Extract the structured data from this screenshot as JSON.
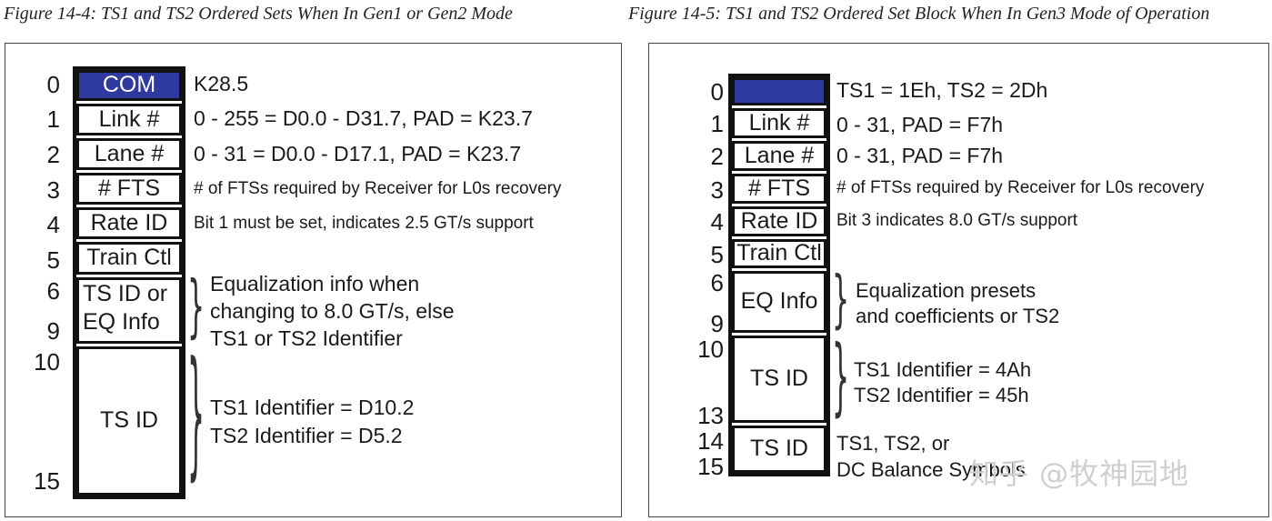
{
  "captions": {
    "left": "Figure 14-4: TS1 and TS2 Ordered Sets When In Gen1 or Gen2 Mode",
    "right": "Figure 14-5: TS1 and TS2 Ordered Set Block When In Gen3 Mode of Operation"
  },
  "left": {
    "nums": [
      "0",
      "1",
      "2",
      "3",
      "4",
      "5",
      "6",
      "9",
      "10",
      "15"
    ],
    "cells": {
      "com": "COM",
      "link": "Link #",
      "lane": "Lane #",
      "fts": "# FTS",
      "rate": "Rate ID",
      "train": "Train Ctl",
      "tsid_eq_1": "TS ID or",
      "tsid_eq_2": "EQ Info",
      "tsid": "TS ID"
    },
    "desc": {
      "com": "K28.5",
      "link": "0 - 255 = D0.0 - D31.7,   PAD = K23.7",
      "lane": "0 - 31 = D0.0 - D17.1,   PAD = K23.7",
      "fts": "# of FTSs required by Receiver for L0s recovery",
      "rate": "Bit 1 must be set, indicates 2.5 GT/s support",
      "eq_1": "Equalization info when",
      "eq_2": "changing to 8.0 GT/s, else",
      "eq_3": "TS1 or TS2 Identifier",
      "ts1": "TS1 Identifier = D10.2",
      "ts2": "TS2 Identifier = D5.2"
    },
    "colors": {
      "com_fill": "#2e3a9f"
    }
  },
  "right": {
    "nums": [
      "0",
      "1",
      "2",
      "3",
      "4",
      "5",
      "6",
      "9",
      "10",
      "13",
      "14",
      "15"
    ],
    "cells": {
      "link": "Link #",
      "lane": "Lane #",
      "fts": "# FTS",
      "rate": "Rate ID",
      "train": "Train Ctl",
      "eq": "EQ Info",
      "tsid": "TS ID",
      "tsid2": "TS ID"
    },
    "desc": {
      "first": "TS1 = 1Eh,   TS2 = 2Dh",
      "link": "0 - 31,   PAD = F7h",
      "lane": "0 - 31,   PAD = F7h",
      "fts": "# of FTSs required by Receiver for L0s recovery",
      "rate": "Bit 3 indicates 8.0 GT/s support",
      "eq_1": "Equalization presets",
      "eq_2": "and coefficients or TS2",
      "ts1": "TS1 Identifier = 4Ah",
      "ts2": "TS2 Identifier = 45h",
      "last_1": "TS1, TS2, or",
      "last_2": "DC Balance Symbols"
    },
    "colors": {
      "first_fill": "#2e3a9f"
    }
  },
  "watermark": "知乎 @牧神园地"
}
